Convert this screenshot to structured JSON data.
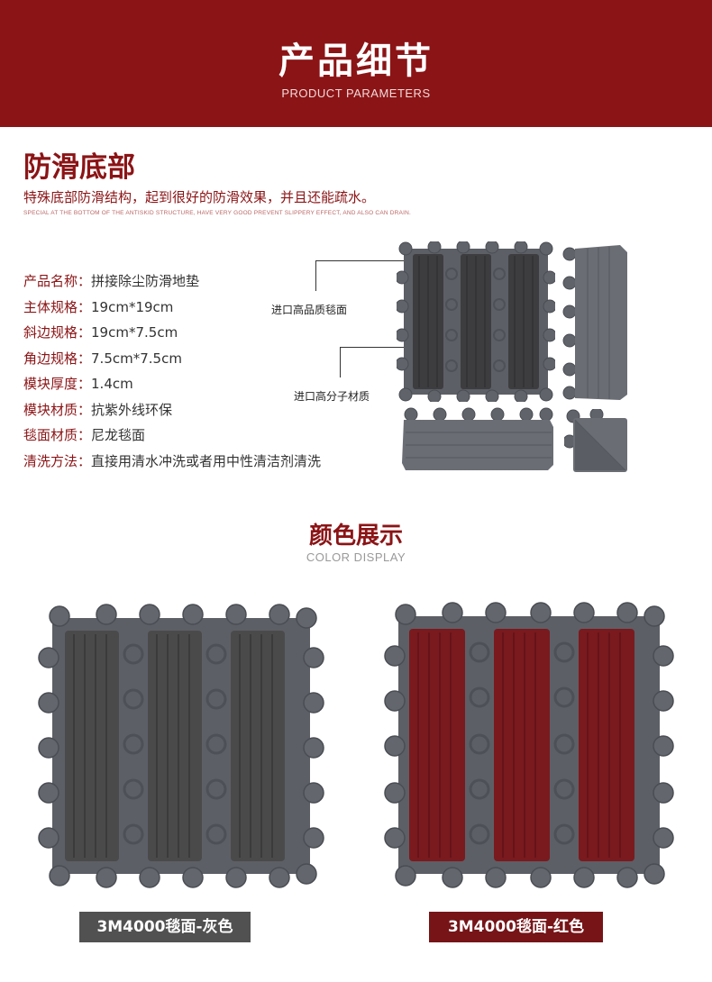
{
  "header": {
    "title": "产品细节",
    "subtitle": "PRODUCT PARAMETERS"
  },
  "antislip": {
    "title": "防滑底部",
    "description": "特殊底部防滑结构，起到很好的防滑效果，并且还能疏水。",
    "english": "SPECIAL AT THE BOTTOM OF THE ANTISKID STRUCTURE, HAVE VERY GOOD PREVENT SLIPPERY EFFECT, AND ALSO CAN DRAIN."
  },
  "specs": [
    {
      "key": "产品名称：",
      "value": "拼接除尘防滑地垫"
    },
    {
      "key": "主体规格：",
      "value": "19cm*19cm"
    },
    {
      "key": "斜边规格：",
      "value": "19cm*7.5cm"
    },
    {
      "key": "角边规格：",
      "value": "7.5cm*7.5cm"
    },
    {
      "key": "模块厚度：",
      "value": "1.4cm"
    },
    {
      "key": "模块材质：",
      "value": "抗紫外线环保"
    },
    {
      "key": "毯面材质：",
      "value": "尼龙毯面"
    },
    {
      "key": "清洗方法：",
      "value": "直接用清水冲洗或者用中性清洁剂清洗"
    }
  ],
  "callouts": {
    "carpet": "进口高品质毯面",
    "polymer": "进口高分子材质"
  },
  "colors_section": {
    "title": "颜色展示",
    "subtitle": "COLOR DISPLAY"
  },
  "variants": [
    {
      "label": "3M4000毯面-灰色",
      "carpet_color": "#4a4a4a"
    },
    {
      "label": "3M4000毯面-红色",
      "carpet_color": "#7a1a1e"
    }
  ],
  "colors": {
    "brand_red": "#8b1416",
    "frame_gray": "#5c5f66",
    "highlight_yellow": "#f3de14"
  }
}
